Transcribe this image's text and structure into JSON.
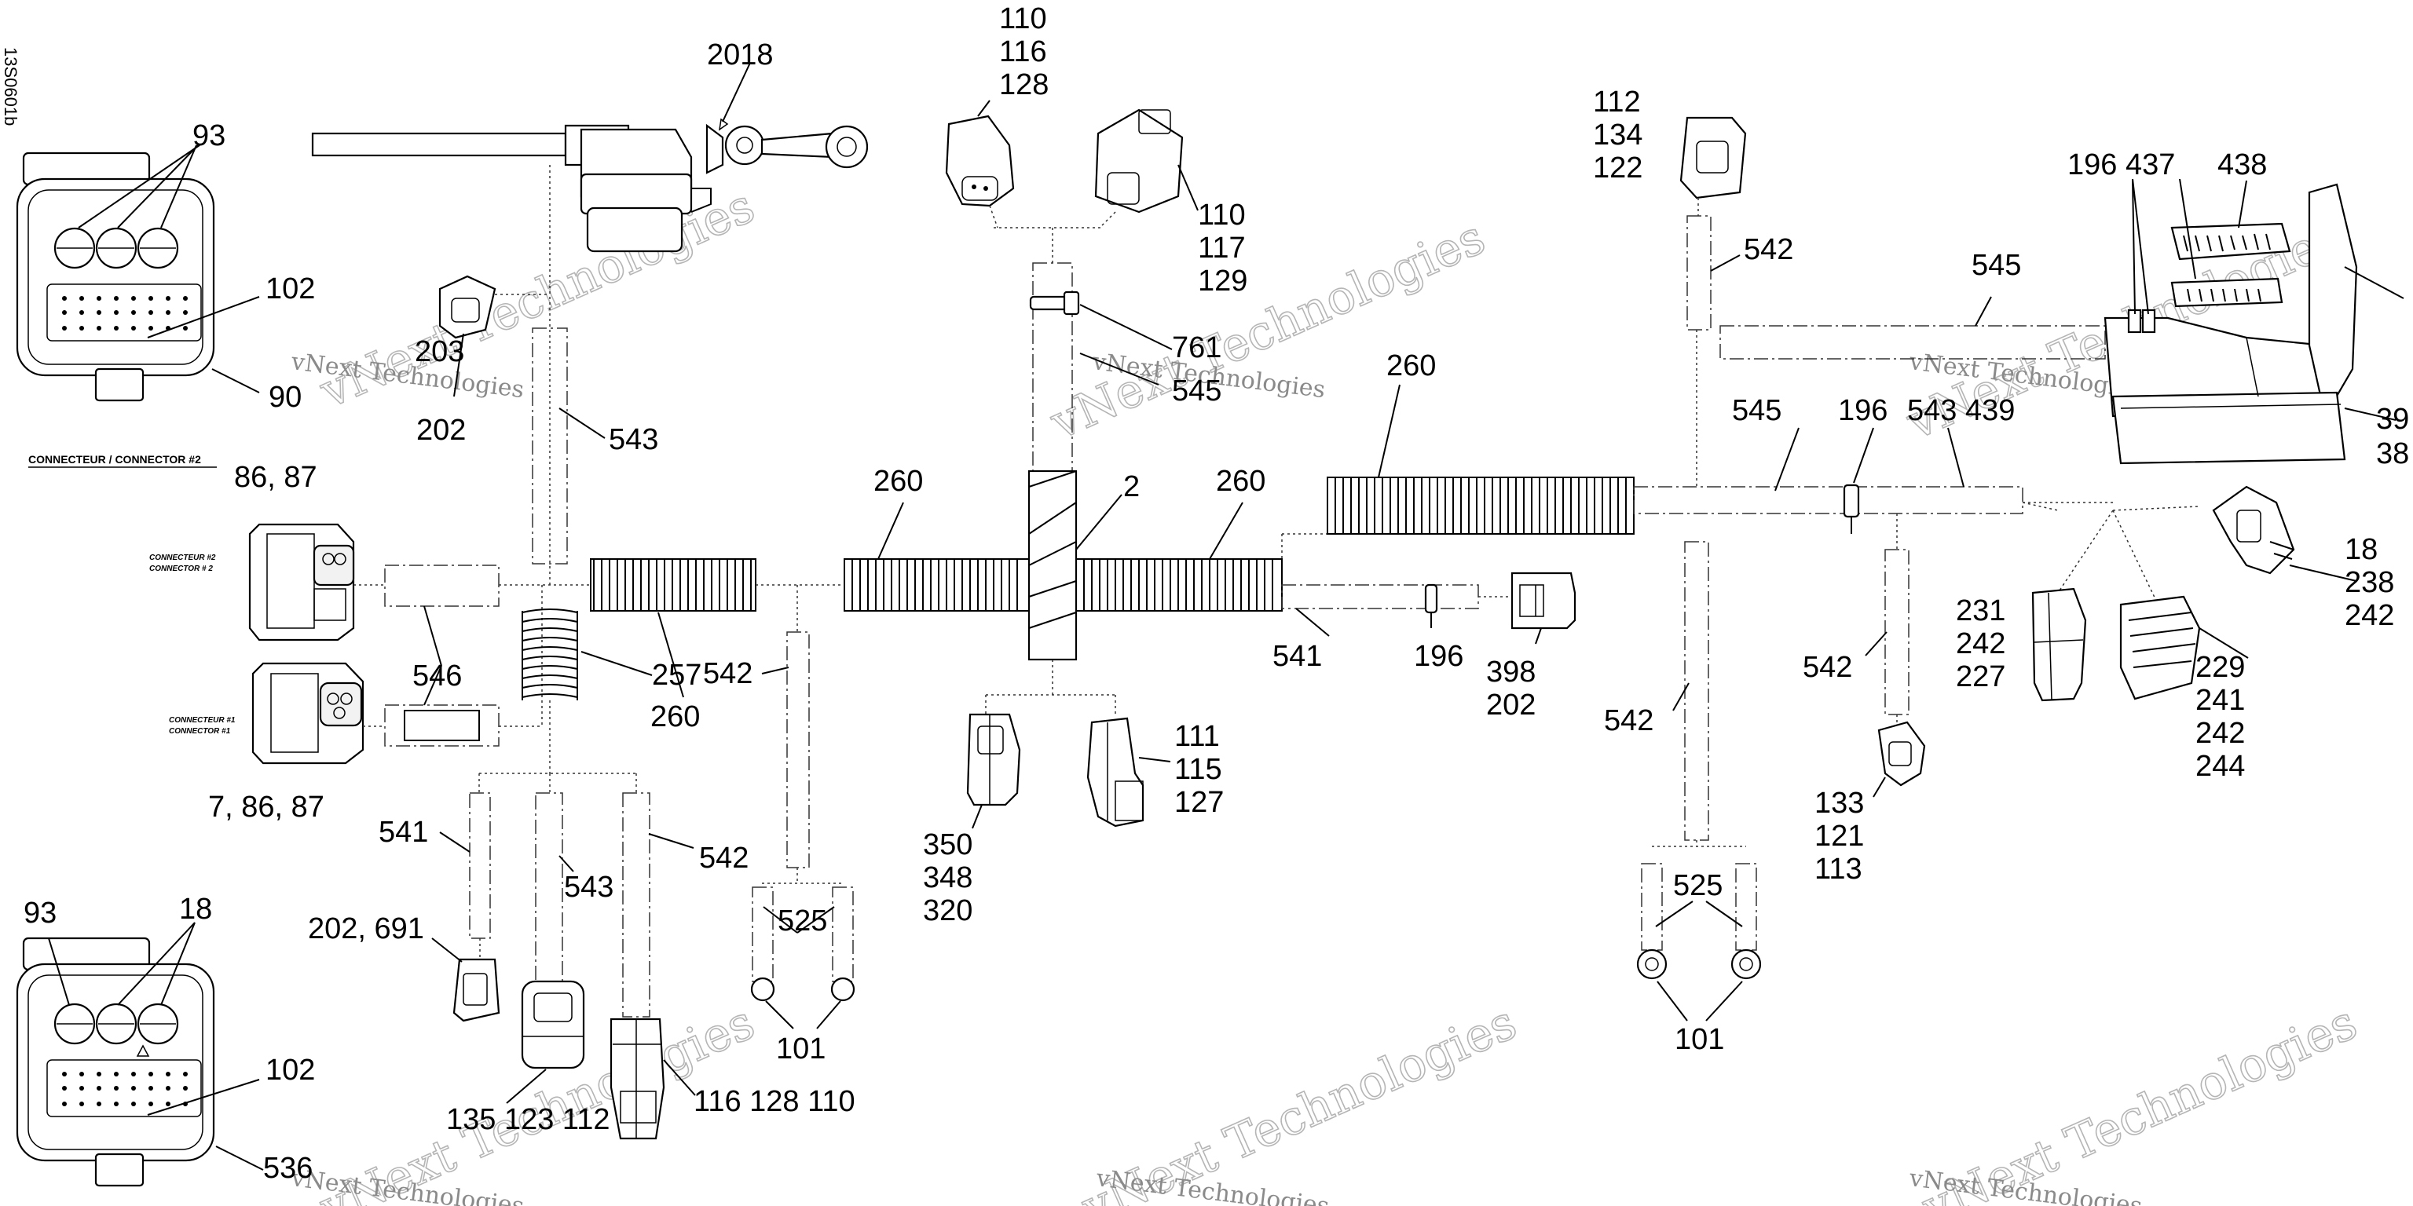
{
  "diagram_code": "13S0601b",
  "watermark": "vNext Technologies",
  "headings": {
    "connector2_title": "CONNECTEUR / CONNECTOR #2",
    "connector2_small": "CONNECTEUR #2\nCONNECTOR # 2",
    "connector1_small": "CONNECTEUR #1\nCONNECTOR #1"
  },
  "callouts": {
    "c_93_top": "93",
    "c_102_top": "102",
    "c_90": "90",
    "c_2018": "2018",
    "c_203": "203",
    "c_202_left": "202",
    "c_543_top": "543",
    "c_86_87": "86, 87",
    "c_546": "546",
    "c_7_86_87": "7, 86, 87",
    "c_257": "257",
    "c_260_low": "260",
    "c_260_midleft": "260",
    "c_542_mid": "542",
    "c_541_left": "541",
    "c_543_low": "543",
    "c_542_low": "542",
    "c_525_left": "525",
    "c_101_left": "101",
    "c_202_691": "202, 691",
    "c_93_bot": "93",
    "c_18_bot": "18",
    "c_102_bot": "102",
    "c_536": "536",
    "c_135_123_112": "135\n123\n112",
    "c_116_128_110": "116\n128\n110",
    "c_110_116_128": "110\n116\n128",
    "c_110_117_129": "110\n117\n129",
    "c_761": "761",
    "c_545_mid": "545",
    "c_2": "2",
    "c_260_midright": "260",
    "c_541_mid": "541",
    "c_196_mid": "196",
    "c_398_202": "398\n202",
    "c_350_348_320": "350\n348\n320",
    "c_111_115_127": "111\n115\n127",
    "c_260_right": "260",
    "c_112_134_122": "112\n134\n122",
    "c_542_top_right": "542",
    "c_545_right_top": "545",
    "c_196_437": "196 437",
    "c_438": "438",
    "c_39": "39",
    "c_38": "38",
    "c_545_right": "545",
    "c_196_right": "196",
    "c_543_439": "543 439",
    "c_18_238_242": "18\n238\n242",
    "c_231_242_227": "231\n242\n227",
    "c_229_241_242_244": "229\n241\n242\n244",
    "c_542_right1": "542",
    "c_542_right2": "542",
    "c_133_121_113": "133\n121\n113",
    "c_525_right": "525",
    "c_101_right": "101"
  }
}
